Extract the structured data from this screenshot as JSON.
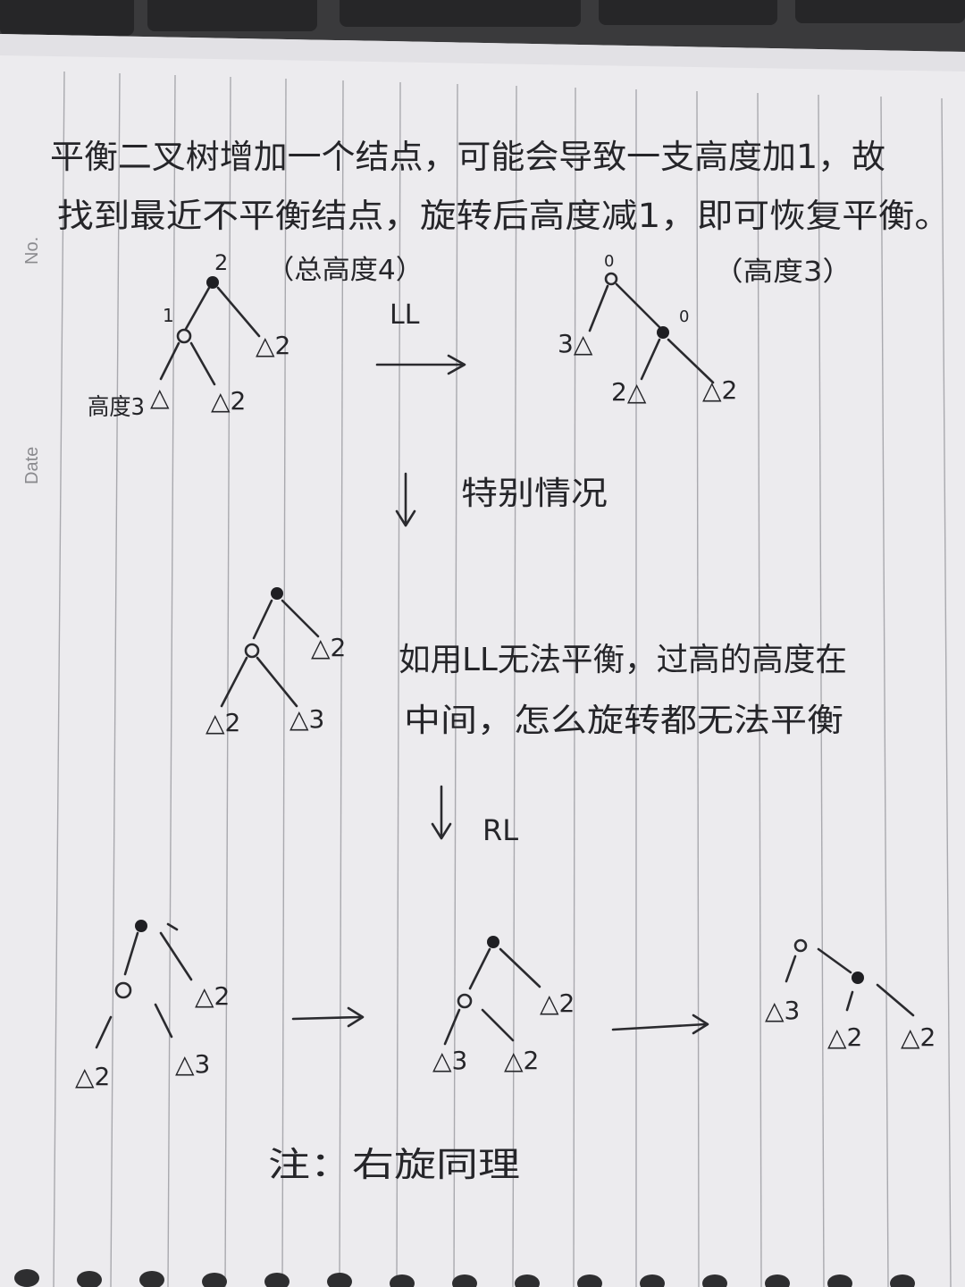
{
  "page": {
    "margin_labels": {
      "no": "No.",
      "date": "Date"
    }
  },
  "notes": {
    "line1": "平衡二叉树增加一个结点，可能会导致一支高度加1，故",
    "line2": "找到最近不平衡结点，旋转后高度减1，即可恢复平衡。",
    "total_height_before": "（总高度4）",
    "height_after": "（高度3）",
    "special_case": "特别情况",
    "explain_line1": "如用LL无法平衡，过高的高度在",
    "explain_line2": "中间，怎么旋转都无法平衡",
    "footnote": "注：右旋同理"
  },
  "diagrams": {
    "rotation_ll": "LL",
    "rotation_rl": "RL",
    "tree1": {
      "root_height": "2",
      "left_child_height": "1",
      "subtree_label": "高度3",
      "right_subtree": "△2",
      "left_left_subtree": "△",
      "left_right_subtree": "△2"
    },
    "tree2": {
      "root_height": "0",
      "child_height": "0",
      "left_subtree": "3△",
      "mid_subtree": "2△",
      "right_subtree": "△2"
    },
    "tree3": {
      "right_subtree": "△2",
      "left_left_subtree": "△2",
      "left_right_subtree": "△3"
    },
    "tree4": {
      "right_subtree": "△2",
      "left_left_subtree": "△2",
      "left_right_subtree": "△3"
    },
    "tree5": {
      "right_subtree": "△2",
      "left_left_subtree": "△3",
      "left_right_subtree": "△2"
    },
    "tree6": {
      "left_subtree": "△3",
      "mid_subtree": "△2",
      "right_subtree": "△2"
    }
  }
}
